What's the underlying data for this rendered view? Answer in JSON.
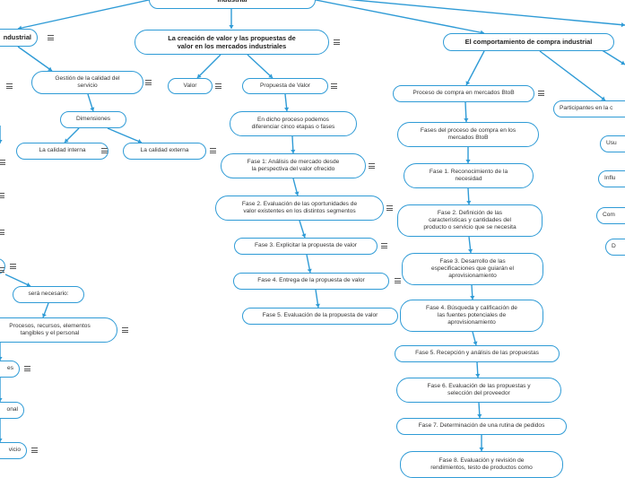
{
  "colors": {
    "edge": "#2f9bd6",
    "node_border": "#2f9bd6",
    "node_fill": "#ffffff",
    "text": "#333333",
    "note_icon": "#555555"
  },
  "icons": {
    "note": "notes-icon"
  },
  "nodes": {
    "root": "industrial",
    "left_main": "ndustrial",
    "value_creation": "La creación de valor y las propuestas de\nvalor en los mercados industriales",
    "buying_behavior": "El comportamiento de compra industrial",
    "quality_management": "Gestión de la calidad del\nservicio",
    "dimensions": "Dimensiones",
    "internal_quality": "La calidad interna",
    "external_quality": "La calidad externa",
    "value": "Valor",
    "value_proposition": "Propuesta de Valor",
    "five_stages": "En dicho proceso podemos\ndiferenciar cinco etapas o fases",
    "vp_phase_1": "Fase 1: Análisis de mercado desde\nla perspectiva del valor ofrecido",
    "vp_phase_2": "Fase 2. Evaluación de las oportunidades de\nvalor existentes en los distintos segmentos",
    "vp_phase_3": "Fase 3. Explicitar la propuesta de valor",
    "vp_phase_4": "Fase 4. Entrega de la propuesta de valor",
    "vp_phase_5": "Fase 5. Evaluación de la propuesta de valor",
    "necessary": "será necesario:",
    "processes": "Procesos, recursos, elementos\ntangibles y el personal",
    "cut_es": "es",
    "cut_onal": "onal",
    "cut_vicio": "vicio",
    "btob_process": "Proceso de compra en mercados BtoB",
    "participants": "Participantes en la c",
    "btob_phases": "Fases del proceso de compra en los\nmercados BtoB",
    "buy_phase_1": "Fase 1. Reconocimiento de la\nnecesidad",
    "buy_phase_2": "Fase 2. Definición de las\ncaracterísticas y cantidades del\nproducto o servicio que se necesita",
    "buy_phase_3": "Fase 3. Desarrollo de las\nespecificaciones que guiarán el\naprovisionamiento",
    "buy_phase_4": "Fase 4. Búsqueda y calificación de\nlas fuentes potenciales de\naprovisionamiento",
    "buy_phase_5": "Fase 5. Recepción y análisis de las propuestas",
    "buy_phase_6": "Fase 6. Evaluación de las propuestas y\nselección del proveedor",
    "buy_phase_7": "Fase 7. Determinación de una rutina de pedidos",
    "buy_phase_8": "Fase 8. Evaluación y revisión de\nrendimientos, testo de productos como",
    "role_usu": "Usu",
    "role_influ": "Influ",
    "role_com": "Com",
    "role_d": "D"
  }
}
